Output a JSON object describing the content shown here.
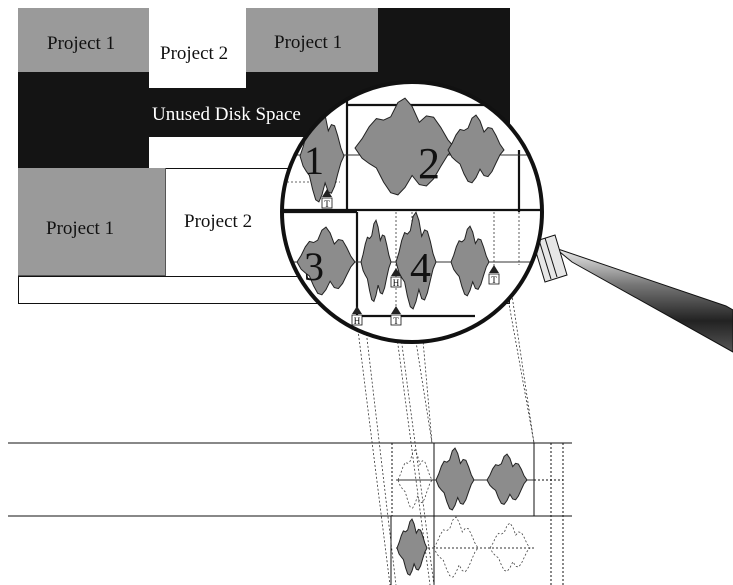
{
  "disk_map": {
    "top_row": [
      "Project 1",
      "Project 2",
      "Project 1"
    ],
    "unused_label": "Unused Disk Space",
    "bottom_row": [
      "Project 1",
      "Project 2"
    ]
  },
  "magnifier": {
    "clip_numbers": [
      "1",
      "2",
      "3",
      "4"
    ],
    "markers": {
      "head": "H",
      "tail": "T"
    }
  },
  "colors": {
    "project_gray": "#9a9a9a",
    "unused_black": "#141414",
    "wave_gray": "#8c8c8c",
    "handle_dark": "#222222"
  }
}
